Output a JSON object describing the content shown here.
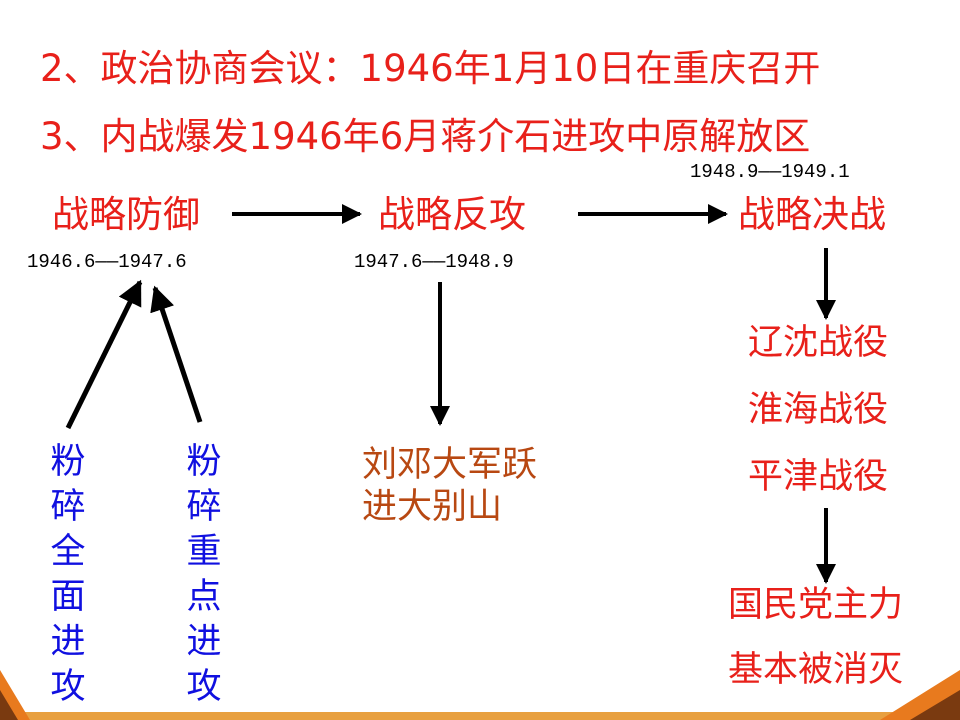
{
  "lines": {
    "line2": "2、政治协商会议：1946年1月10日在重庆召开",
    "line3": "3、内战爆发1946年6月蒋介石进攻中原解放区"
  },
  "stages": {
    "defense": {
      "label": "战略防御",
      "dates": "1946.6——1947.6"
    },
    "counter": {
      "label": "战略反攻",
      "dates": "1947.6——1948.9"
    },
    "decisive": {
      "label": "战略决战",
      "dates": "1948.9——1949.1"
    }
  },
  "defense_notes": {
    "left": "粉碎全面进攻",
    "right": "粉碎重点进攻"
  },
  "counter_result": {
    "line1": "刘邓大军跃",
    "line2": "进大别山"
  },
  "campaigns": [
    "辽沈战役",
    "淮海战役",
    "平津战役"
  ],
  "decisive_result": {
    "line1": "国民党主力",
    "line2": "基本被消灭"
  },
  "colors": {
    "red": "#e8201a",
    "blue": "#1010e0",
    "brown": "#b84812",
    "deco_orange": "#e87a1e",
    "deco_dark": "#7a3a10"
  }
}
